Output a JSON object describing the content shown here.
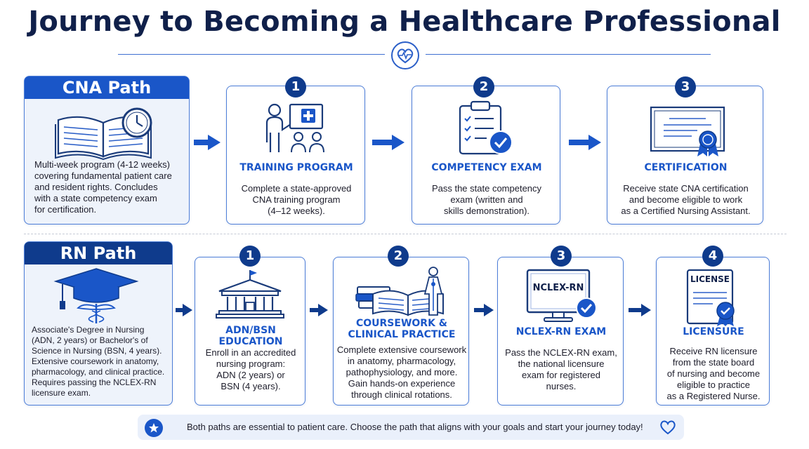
{
  "title": "Journey to Becoming a Healthcare Professional",
  "cna": {
    "header": "CNA Path",
    "intro": [
      "Multi-week program (4-12 weeks)",
      "covering fundamental patient care",
      "and resident rights. Concludes",
      "with a state competency exam",
      "for certification."
    ],
    "steps": [
      {
        "number": "1",
        "title": [
          "TRAINING PROGRAM"
        ],
        "text": [
          "Complete a state-approved",
          "CNA training program",
          "(4–12 weeks)."
        ]
      },
      {
        "number": "2",
        "title": [
          "COMPETENCY EXAM"
        ],
        "text": [
          "Pass the state competency",
          "exam (written and",
          "skills demonstration)."
        ]
      },
      {
        "number": "3",
        "title": [
          "CERTIFICATION"
        ],
        "text": [
          "Receive state CNA certification",
          "and become eligible to work",
          "as a Certified Nursing Assistant."
        ]
      }
    ]
  },
  "rn": {
    "header": "RN Path",
    "intro": [
      "Associate's Degree in Nursing",
      "(ADN, 2 years) or Bachelor's of",
      "Science in Nursing (BSN, 4 years).",
      "Extensive coursework in anatomy,",
      "pharmacology, and clinical practice.",
      "Requires passing the NCLEX-RN",
      "licensure exam."
    ],
    "steps": [
      {
        "number": "1",
        "title": [
          "ADN/BSN EDUCATION"
        ],
        "text": [
          "Enroll in an accredited",
          "nursing program:",
          "ADN (2 years) or",
          "BSN (4 years)."
        ]
      },
      {
        "number": "2",
        "title": [
          "COURSEWORK &",
          "CLINICAL PRACTICE"
        ],
        "text": [
          "Complete extensive coursework",
          "in anatomy, pharmacology,",
          "pathophysiology, and more.",
          "Gain hands-on experience",
          "through clinical rotations."
        ]
      },
      {
        "number": "3",
        "title": [
          "NCLEX-RN EXAM"
        ],
        "text": [
          "Pass the NCLEX-RN exam,",
          "the national licensure",
          "exam for registered",
          "nurses."
        ],
        "screen_label": "NCLEX-RN"
      },
      {
        "number": "4",
        "title": [
          "LICENSURE"
        ],
        "text": [
          "Receive RN licensure",
          "from the state board",
          "of nursing and become",
          "eligible to practice",
          "as a Registered Nurse."
        ],
        "doc_label": "LICENSE"
      }
    ]
  },
  "footer": {
    "text": "Both paths are essential to patient care. Choose the path that aligns with your goals and start your journey today!"
  },
  "icons": {
    "header": "heartbeat-icon",
    "cna_intro": "book-clock-icon",
    "training": "instructor-icon",
    "exam": "clipboard-check-icon",
    "certification": "certificate-icon",
    "rn_intro": "graduation-cap-caduceus-icon",
    "education": "university-icon",
    "coursework": "books-anatomy-icon",
    "nclex": "monitor-check-icon",
    "licensure": "license-icon",
    "footer_left": "star-icon",
    "footer_right": "heart-icon",
    "arrow": "arrow-right-icon"
  },
  "colors": {
    "primary": "#1a56c8",
    "navy": "#0f3b8c",
    "title": "#10204a",
    "panel": "#eef3fb"
  }
}
